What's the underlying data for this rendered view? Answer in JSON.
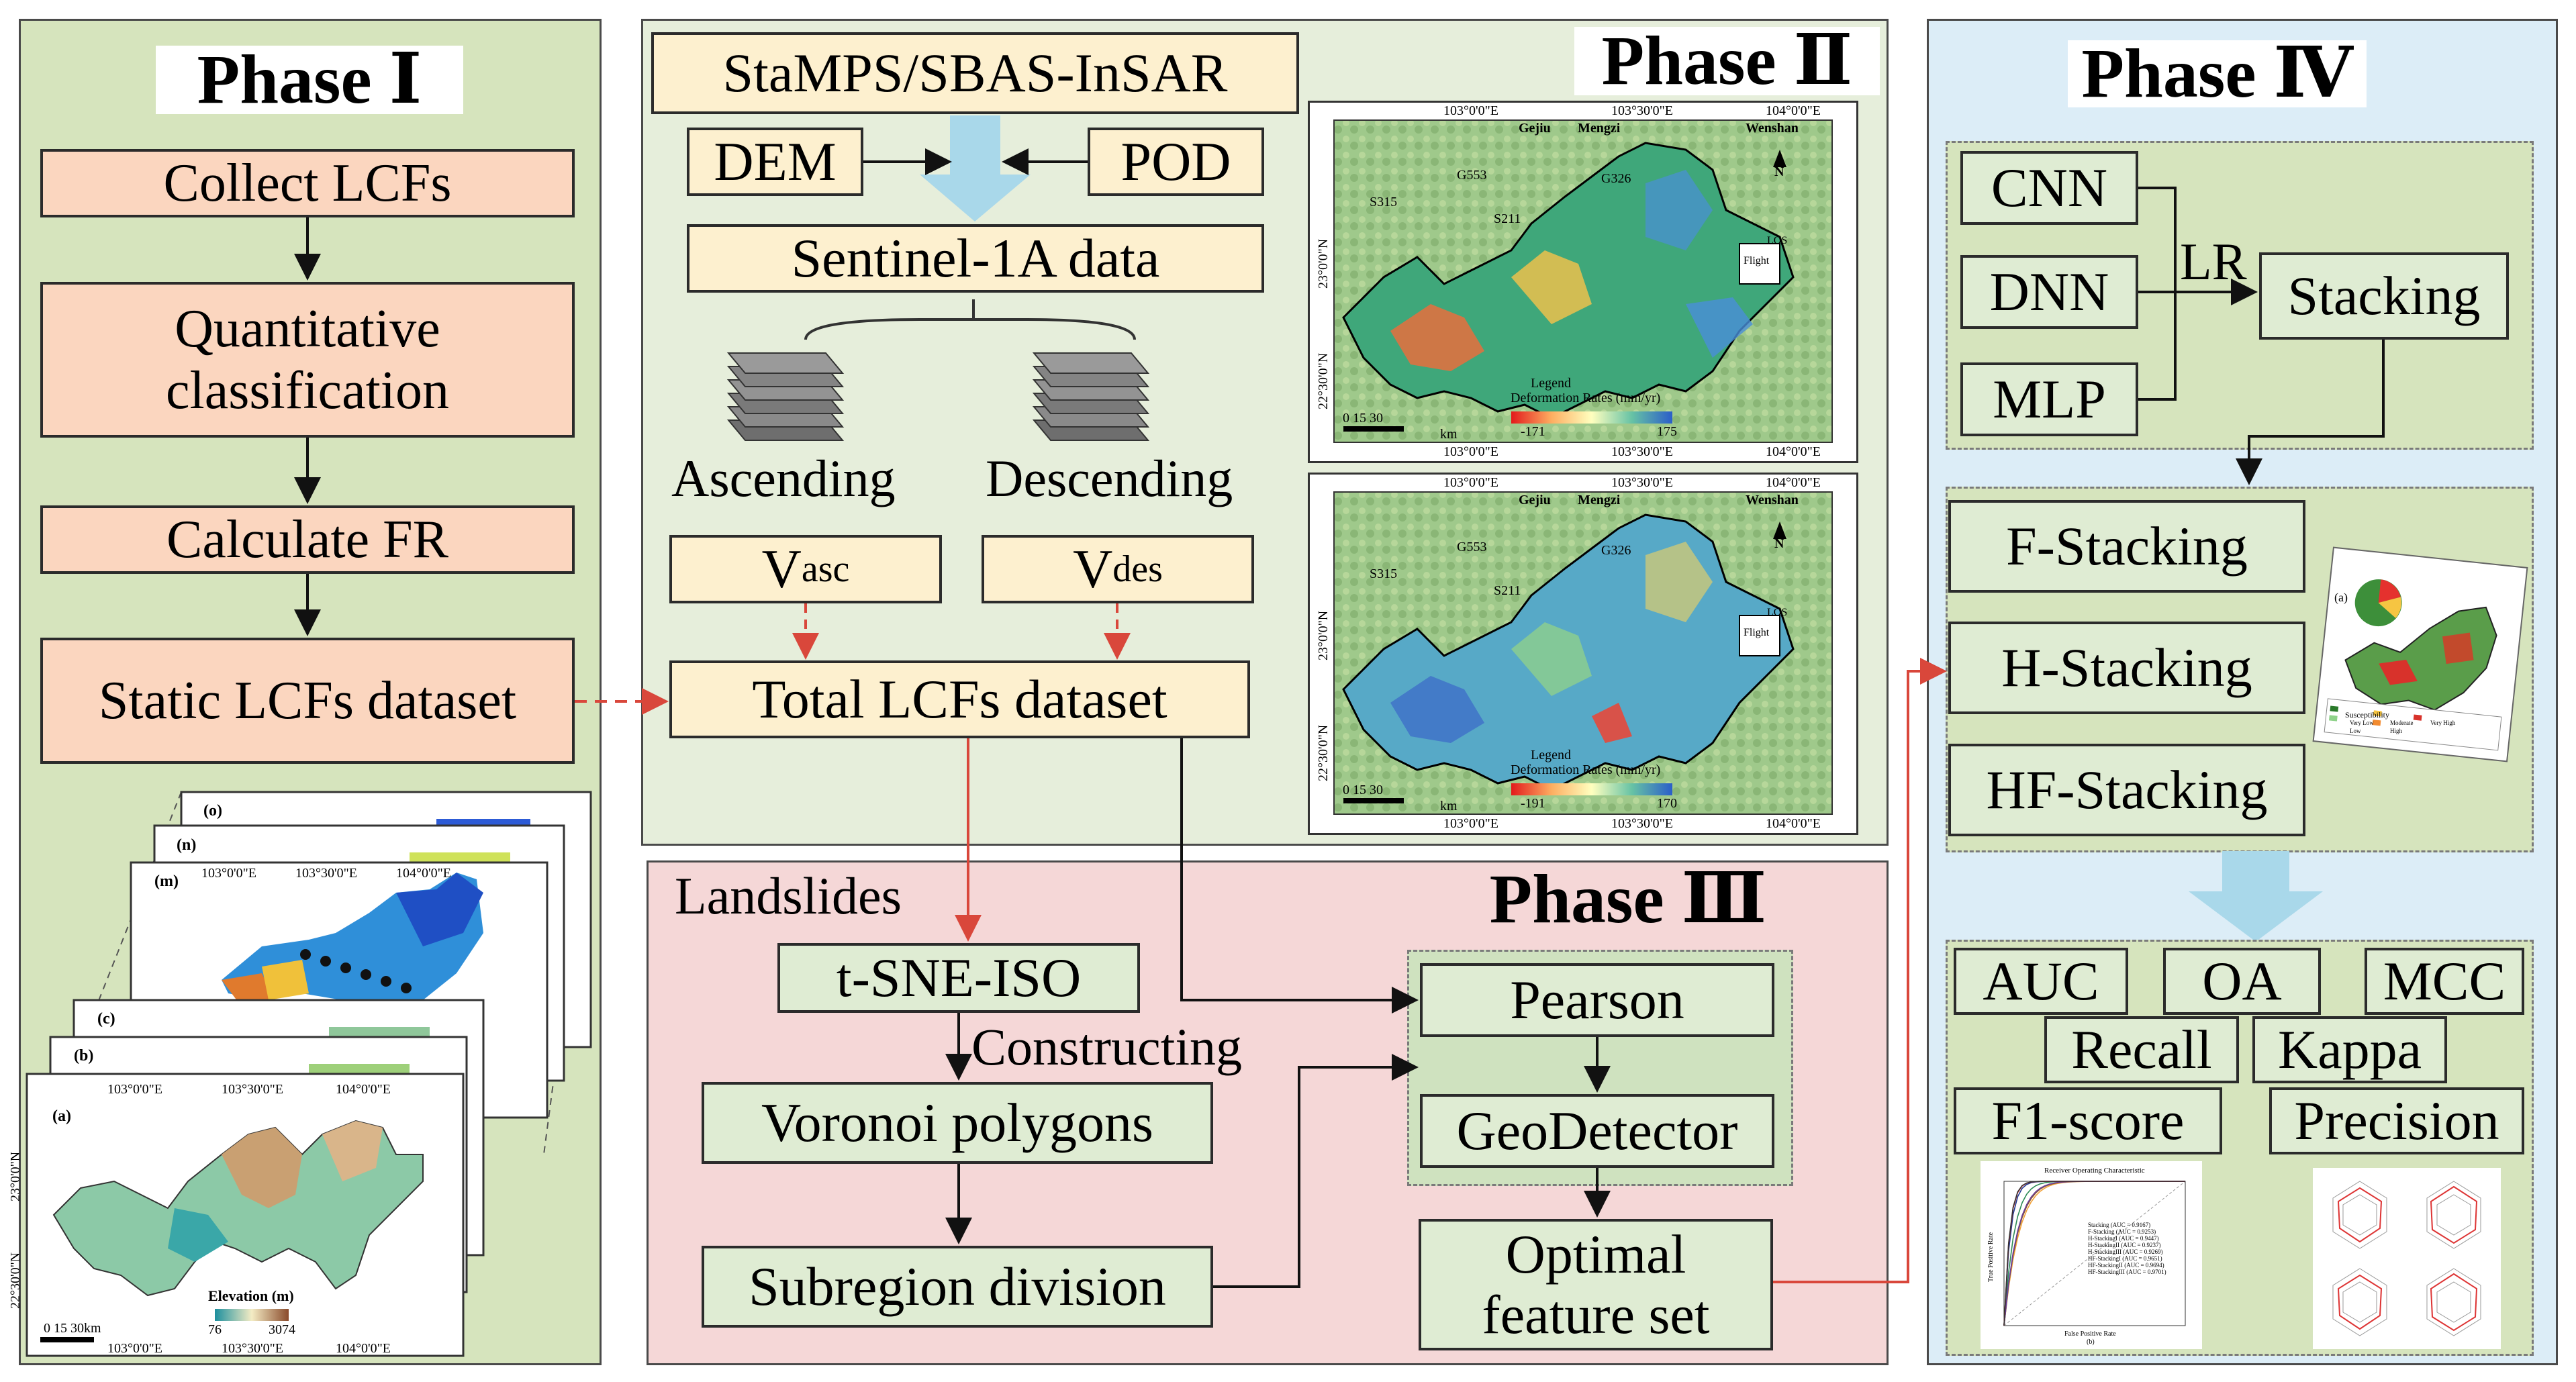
{
  "phase1": {
    "title": "Phase Ⅰ",
    "steps": [
      "Collect LCFs",
      "Quantitative\nclassification",
      "Calculate FR",
      "Static LCFs dataset"
    ],
    "map_labels": {
      "panel_a": "(a)",
      "panel_b": "(b)",
      "panel_c": "(c)",
      "panel_m": "(m)",
      "panel_n": "(n)",
      "panel_o": "(o)",
      "lon_1": "103°0'0\"E",
      "lon_2": "103°30'0\"E",
      "lon_3": "104°0'0\"E",
      "lat_1": "23°0'0\"N",
      "lat_2": "22°30'0\"N",
      "legend_title": "Elevation (m)",
      "legend_min": "76",
      "legend_max": "3074",
      "scale": "0 15 30km"
    }
  },
  "phase2": {
    "title": "Phase Ⅱ",
    "method": "StaMPS/SBAS-InSAR",
    "dem": "DEM",
    "pod": "POD",
    "data": "Sentinel-1A data",
    "ascending": "Ascending",
    "descending": "Descending",
    "v_asc": "V",
    "v_asc_sub": "asc",
    "v_des": "V",
    "v_des_sub": "des",
    "total": "Total LCFs dataset",
    "maps": {
      "lon_1": "103°0'0\"E",
      "lon_2": "103°30'0\"E",
      "lon_3": "104°0'0\"E",
      "lat_1": "23°0'0\"N",
      "lat_2": "22°30'0\"N",
      "city_1": "Gejiu",
      "city_2": "Mengzi",
      "city_3": "Wenshan",
      "road_1": "S315",
      "road_2": "G553",
      "road_3": "S211",
      "road_4": "G326",
      "legend": "Legend",
      "legend_rates": "Deformation Rates (mm/yr)",
      "asc_min": "-171",
      "asc_max": "175",
      "des_min": "-191",
      "des_max": "170",
      "scale": "0 15 30",
      "km": "km",
      "flight": "Flight",
      "los": "LOS",
      "north": "N"
    }
  },
  "phase3": {
    "title": "Phase Ⅲ",
    "landslides": "Landslides",
    "tsne": "t-SNE-ISO",
    "constructing": "Constructing",
    "voronoi": "Voronoi polygons",
    "subregion": "Subregion division",
    "pearson": "Pearson",
    "geodetector": "GeoDetector",
    "optimal": "Optimal\nfeature set"
  },
  "phase4": {
    "title": "Phase Ⅳ",
    "base_models": [
      "CNN",
      "DNN",
      "MLP"
    ],
    "lr": "LR",
    "stacking": "Stacking",
    "variants": [
      "F-Stacking",
      "H-Stacking",
      "HF-Stacking"
    ],
    "metrics": [
      "AUC",
      "OA",
      "MCC",
      "Recall",
      "Kappa",
      "F1-score",
      "Precision"
    ],
    "roc": {
      "title": "Receiver Operating Characteristic",
      "xlabel": "False Positive Rate",
      "ylabel": "True Positive Rate",
      "panel": "(b)",
      "series": [
        {
          "name": "Stacking (AUC = 0.9167)",
          "color": "#f2a23a",
          "auc": 0.9167
        },
        {
          "name": "F-Stacking (AUC = 0.9253)",
          "color": "#3b6fb6",
          "auc": 0.9253
        },
        {
          "name": "H-StackingI (AUC = 0.9447)",
          "color": "#2e8b57",
          "auc": 0.9447
        },
        {
          "name": "H-StackingII (AUC = 0.9237)",
          "color": "#8b5a2b",
          "auc": 0.9237
        },
        {
          "name": "H-StackingIII (AUC = 0.9269)",
          "color": "#6a3d9a",
          "auc": 0.9269
        },
        {
          "name": "HF-StackingI (AUC = 0.9651)",
          "color": "#1f3a93",
          "auc": 0.9651
        },
        {
          "name": "HF-StackingII (AUC = 0.9694)",
          "color": "#e31a1c",
          "auc": 0.9694
        },
        {
          "name": "HF-StackingIII (AUC = 0.9701)",
          "color": "#333333",
          "auc": 0.9701
        }
      ]
    },
    "susc_map": {
      "panel": "(a)",
      "legend": "Susceptibility",
      "classes": [
        "Very Low",
        "Low",
        "Moderate",
        "High",
        "Very High"
      ]
    }
  },
  "colors": {
    "phase1_bg": "#d6e4bd",
    "phase2_bg": "#e6eedb",
    "phase3_bg": "#f5d7d7",
    "phase4_bg": "#dcedf7",
    "box_orange": "#fbd6bf",
    "box_yellow": "#fdf0cf",
    "box_green": "#dfecd3",
    "arrow_red": "#d9473b",
    "arrow_blue": "#a9d8ea"
  }
}
